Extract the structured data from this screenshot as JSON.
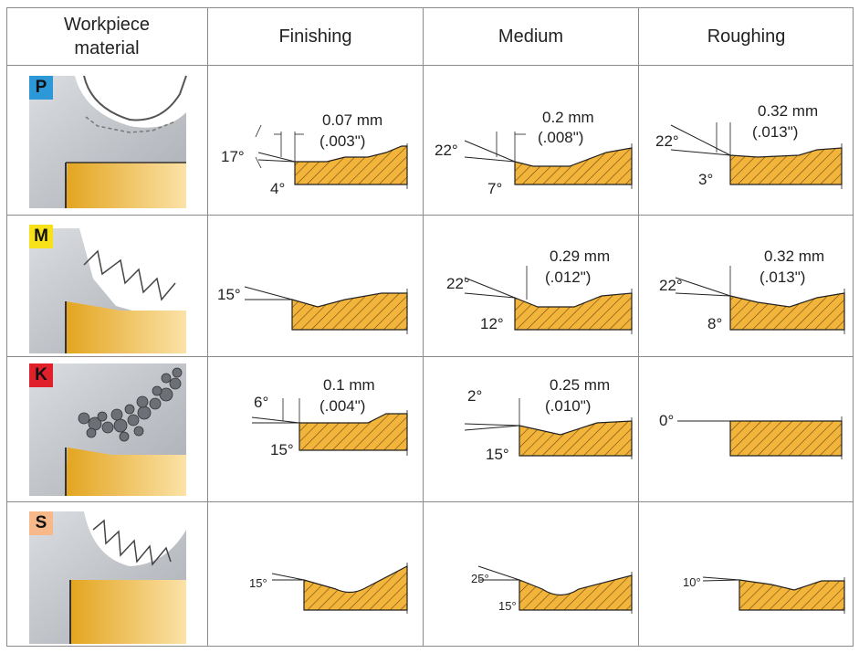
{
  "headers": {
    "material_line1": "Workpiece",
    "material_line2": "material",
    "finishing": "Finishing",
    "medium": "Medium",
    "roughing": "Roughing"
  },
  "colors": {
    "grid": "#8a8a8a",
    "profile_fill": "#f2b43a",
    "hatch": "#6b4a10",
    "steel": "#b8bcc2",
    "insert": "#e9b53a",
    "badge_P": "#2d98d8",
    "badge_M": "#f7e21a",
    "badge_K": "#e0212b",
    "badge_S": "#f7b98a"
  },
  "rows": [
    {
      "material": "P",
      "finishing": {
        "angle1": "17°",
        "angle2": "4°",
        "mm": "0.07 mm",
        "inch": "(.003\")"
      },
      "medium": {
        "angle1": "22°",
        "angle2": "7°",
        "mm": "0.2 mm",
        "inch": "(.008\")"
      },
      "roughing": {
        "angle1": "22°",
        "angle2": "3°",
        "mm": "0.32 mm",
        "inch": "(.013\")"
      }
    },
    {
      "material": "M",
      "finishing": {
        "angle1": "15°"
      },
      "medium": {
        "angle1": "22°",
        "angle2": "12°",
        "mm": "0.29 mm",
        "inch": "(.012\")"
      },
      "roughing": {
        "angle1": "22°",
        "angle2": "8°",
        "mm": "0.32 mm",
        "inch": "(.013\")"
      }
    },
    {
      "material": "K",
      "finishing": {
        "angle1": "6°",
        "angle2": "15°",
        "mm": "0.1 mm",
        "inch": "(.004\")"
      },
      "medium": {
        "angle1": "2°",
        "angle2": "15°",
        "mm": "0.25 mm",
        "inch": "(.010\")"
      },
      "roughing": {
        "angle1": "0°"
      }
    },
    {
      "material": "S",
      "finishing": {
        "angle1": "15°"
      },
      "medium": {
        "angle1": "25°",
        "angle2": "15°"
      },
      "roughing": {
        "angle1": "10°"
      }
    }
  ]
}
